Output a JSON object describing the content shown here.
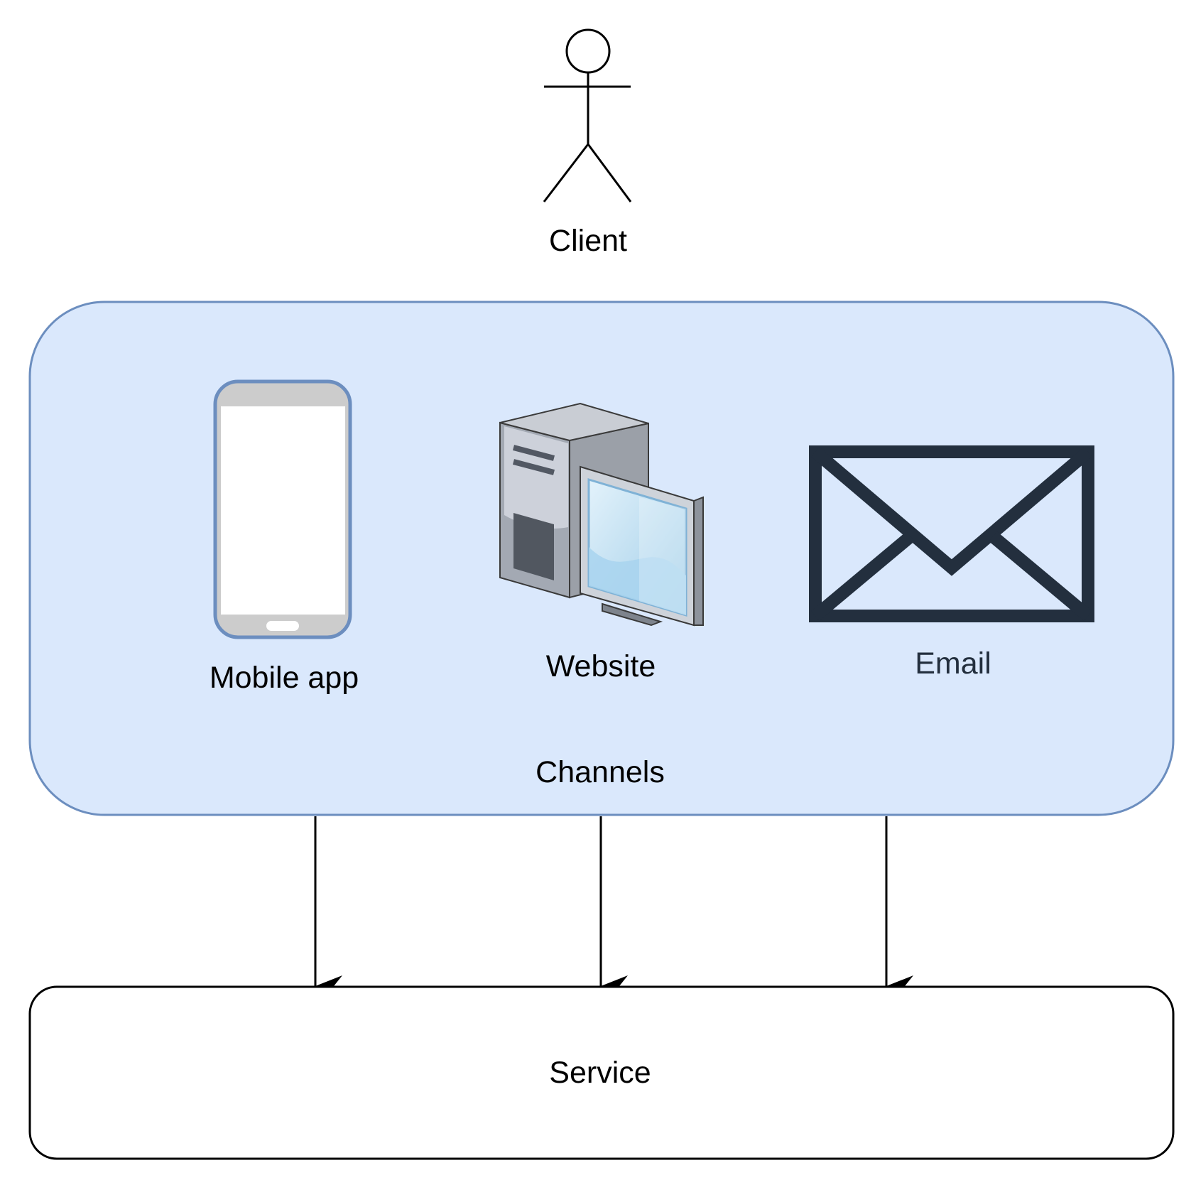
{
  "diagram": {
    "actor": {
      "label": "Client",
      "icon": "person-stick-figure-icon"
    },
    "group": {
      "label": "Channels",
      "fill": "#DAE8FC",
      "stroke": "#6C8EBF"
    },
    "channels": [
      {
        "label": "Mobile app",
        "icon": "mobile-phone-icon"
      },
      {
        "label": "Website",
        "icon": "desktop-computer-icon"
      },
      {
        "label": "Email",
        "icon": "envelope-icon",
        "color": "#232F3E"
      }
    ],
    "service": {
      "label": "Service"
    },
    "edges": [
      {
        "from": "Channels",
        "to": "Service"
      },
      {
        "from": "Channels",
        "to": "Service"
      },
      {
        "from": "Channels",
        "to": "Service"
      }
    ]
  }
}
